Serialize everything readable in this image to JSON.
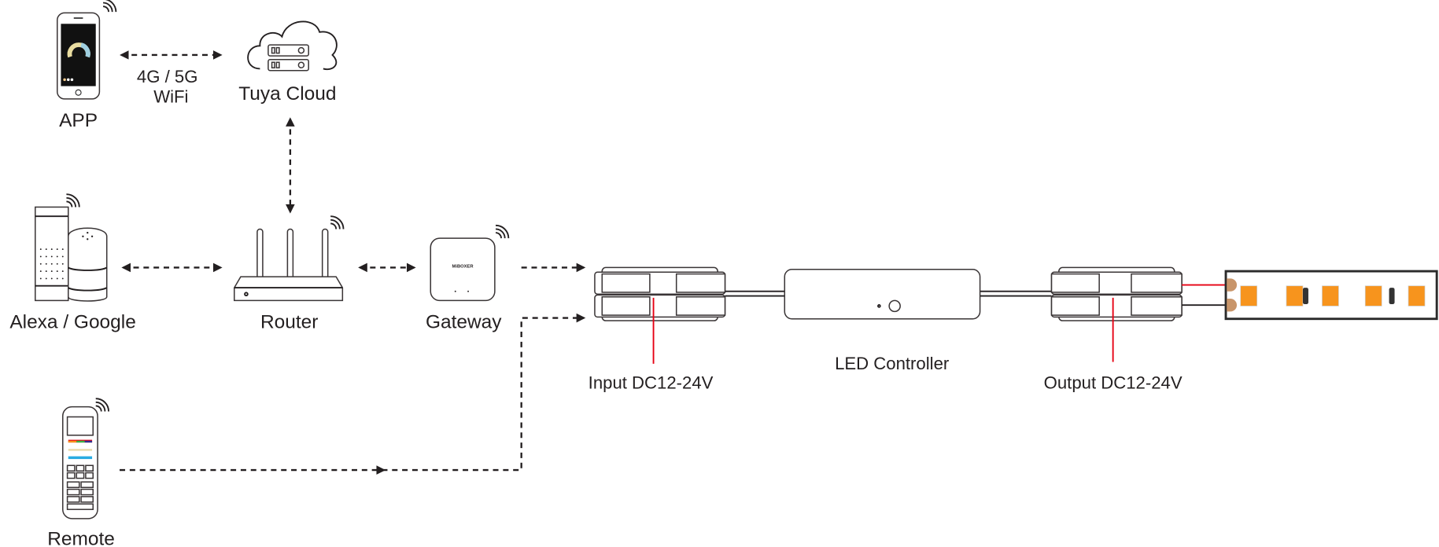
{
  "labels": {
    "app": "APP",
    "network": "4G / 5G",
    "wifi": "WiFi",
    "cloud": "Tuya Cloud",
    "voice": "Alexa / Google",
    "router": "Router",
    "gateway": "Gateway",
    "gateway_brand": "MiBOXER",
    "input": "Input DC12-24V",
    "controller": "LED Controller",
    "output": "Output DC12-24V",
    "remote": "Remote"
  },
  "colors": {
    "line": "#231f20",
    "wire_positive": "#e60012",
    "led": "#f7941d",
    "pad": "#c8956a"
  }
}
